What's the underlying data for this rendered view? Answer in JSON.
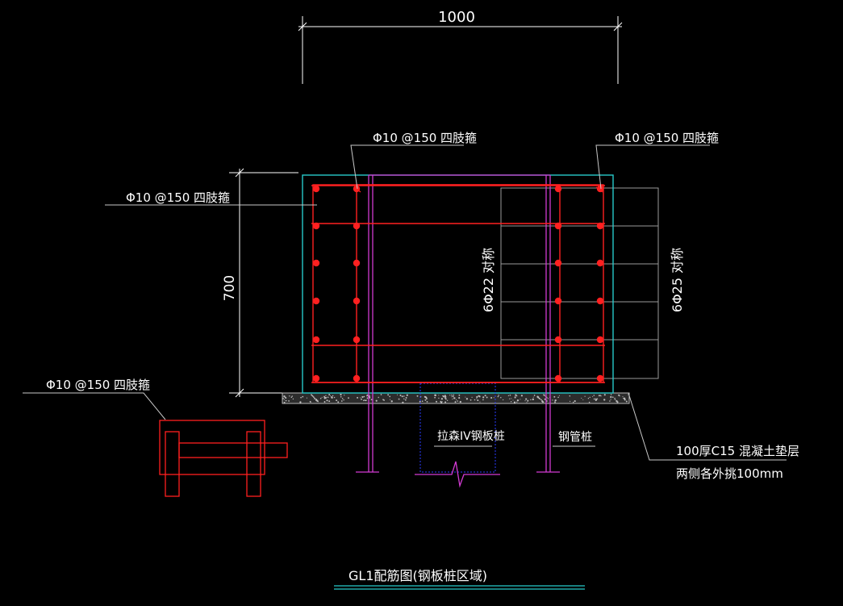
{
  "colors": {
    "background": "#000000",
    "dimension": "#ffffff",
    "leader": "#c8c8c8",
    "outline": "#27c9c9",
    "rebar_red": "#ff2020",
    "steel_pile": "#d23ad2",
    "sheet_pile": "#2a3cff",
    "grid_gray": "#9a9a9a",
    "gravel": "#bdbdbd"
  },
  "dimensions": {
    "width": "1000",
    "height": "700"
  },
  "labels": {
    "stirrup_top_left": "Φ10 @150 四肢箍",
    "stirrup_top_right": "Φ10 @150 四肢箍",
    "stirrup_left": "Φ10 @150 四肢箍",
    "stirrup_detail": "Φ10 @150 四肢箍",
    "rebar_middle": "6Φ22 对称",
    "rebar_right": "6Φ25 对称",
    "sheet_pile": "拉森IV钢板桩",
    "steel_pile": "钢管桩",
    "cushion_line1": "100厚C15 混凝土垫层",
    "cushion_line2": "两侧各外挑100mm"
  },
  "title": "GL1配筋图(钢板桩区域)"
}
